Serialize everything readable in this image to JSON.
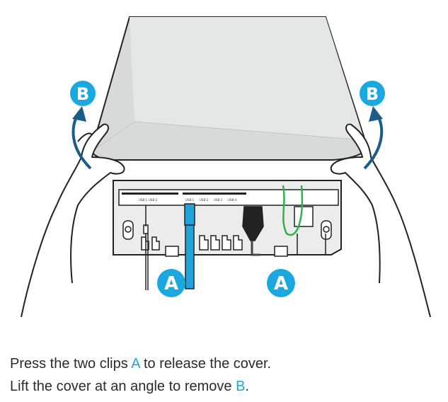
{
  "markers": {
    "clip": "A",
    "lift": "B"
  },
  "ports": [
    "USB-1",
    "USB-2",
    "USB-1",
    "USB-2",
    "USB-3",
    "USB-4"
  ],
  "caption": {
    "line1_before": "Press the two clips ",
    "line1_highlight": "A",
    "line1_after": " to release the cover.",
    "line2_before": "Lift the cover at an angle to remove ",
    "line2_highlight": "B",
    "line2_after": "."
  },
  "colors": {
    "accent": "#1aa8e0",
    "cover": "#d8dad9",
    "outline": "#222222",
    "cable_blue": "#1fa3dc",
    "cable_green": "#2eb24a"
  }
}
